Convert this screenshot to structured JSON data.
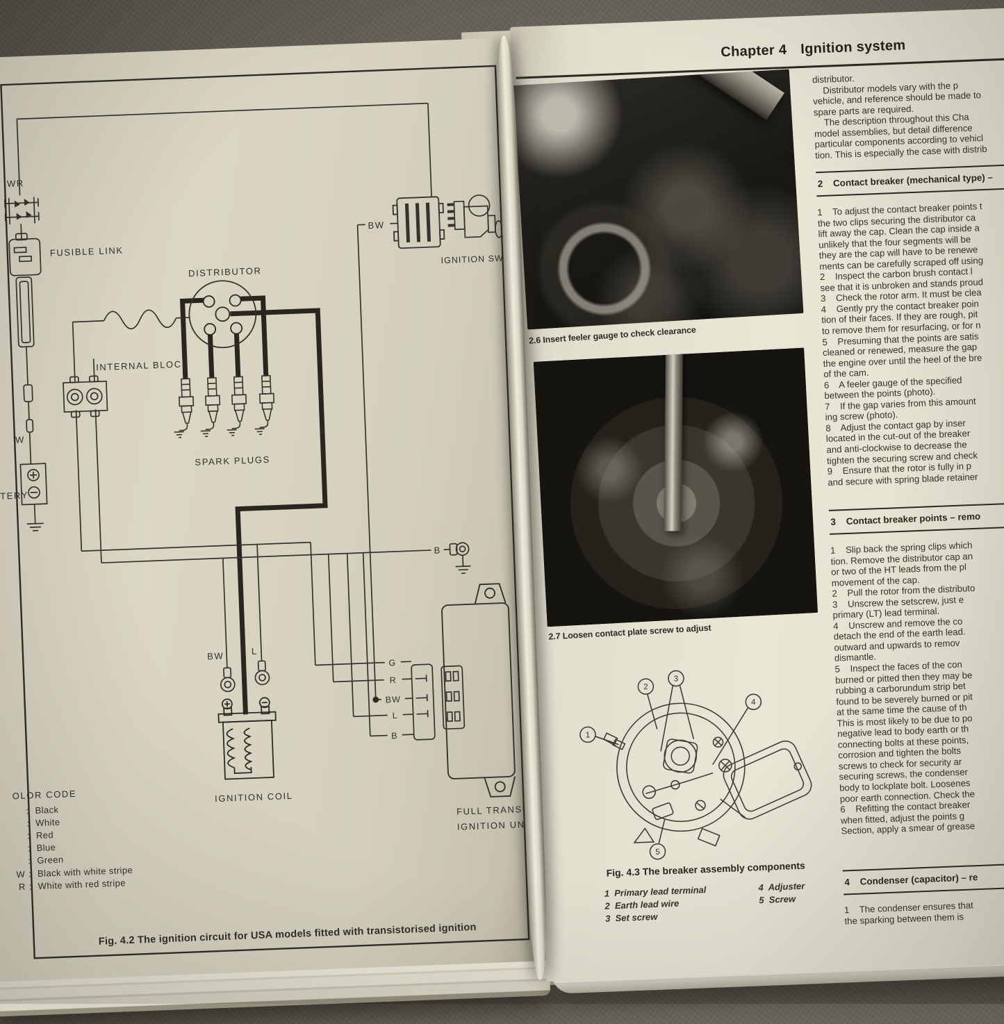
{
  "left_page": {
    "figure_caption": "Fig. 4.2 The ignition circuit for USA models fitted with transistorised ignition",
    "labels": {
      "wr": "WR",
      "fusible_link": "FUSIBLE LINK",
      "distributor": "DISTRIBUTOR",
      "internal_block": "INTERNAL BLOCK",
      "spark_plugs": "SPARK PLUGS",
      "battery_partial": "TERY",
      "w": "W",
      "bw_switch": "BW",
      "ignition_switch": "IGNITION SWITCH",
      "b_ground": "B",
      "bw_coil": "BW",
      "l_coil": "L",
      "ignition_coil": "IGNITION COIL",
      "unit_line1": "FULL TRANSISTOR",
      "unit_line2": "IGNITION UNIT"
    },
    "pins": [
      "G",
      "R",
      "BW",
      "L",
      "B"
    ],
    "color_code": {
      "title_partial": "OLOR CODE",
      "separator": ":",
      "codes": [
        "",
        "",
        "",
        "",
        "",
        "W",
        "R"
      ],
      "names": [
        "Black",
        "White",
        "Red",
        "Blue",
        "Green",
        "Black with white stripe",
        "White with red stripe"
      ]
    }
  },
  "right_page": {
    "chapter_header": "Chapter 4",
    "chapter_title": "Ignition system",
    "photo1_caption": "2.6 Insert feeler gauge to check clearance",
    "photo2_caption": "2.7 Loosen contact plate screw to adjust",
    "fig43": {
      "caption": "Fig. 4.3 The breaker assembly components",
      "callouts": [
        "1",
        "2",
        "3",
        "4",
        "5"
      ],
      "parts_left": [
        "1  Primary lead terminal",
        "2  Earth lead wire",
        "3  Set screw"
      ],
      "parts_right": [
        "4  Adjuster",
        "5  Screw"
      ]
    },
    "column": {
      "intro_lines": [
        "distributor.",
        "    Distributor models vary with the p",
        "vehicle, and reference should be made to",
        "spare parts are required.",
        "    The description throughout this Cha",
        "model assemblies, but detail difference",
        "particular components according to vehicl",
        "tion. This is especially the case with distrib"
      ],
      "s2_heading": "2    Contact breaker (mechanical type) –",
      "s2_lines": [
        "1    To adjust the contact breaker points t",
        "the two clips securing the distributor ca",
        "lift away the cap. Clean the cap inside a",
        "unlikely that the four segments will be",
        "they are the cap will have to be renewe",
        "ments can be carefully scraped off using",
        "2    Inspect the carbon brush contact l",
        "see that it is unbroken and stands proud",
        "3    Check the rotor arm. It must be clea",
        "4    Gently pry the contact breaker poin",
        "tion of their faces. If they are rough, pit",
        "to remove them for resurfacing, or for n",
        "5    Presuming that the points are satis",
        "cleaned or renewed, measure the gap",
        "the engine over until the heel of the bre",
        "of the cam.",
        "6    A feeler gauge of the specified",
        "between the points (photo).",
        "7    If the gap varies from this amount",
        "ing screw (photo).",
        "8    Adjust the contact gap by inser",
        "located in the cut-out of the breaker",
        "and anti-clockwise to decrease the",
        "tighten the securing screw and check",
        "9    Ensure that the rotor is fully in p",
        "and secure with spring blade retainer"
      ],
      "s3_heading": "3    Contact breaker points – remo",
      "s3_lines": [
        "1    Slip back the spring clips which",
        "tion. Remove the distributor cap an",
        "or two of the HT leads from the pl",
        "movement of the cap.",
        "2    Pull the rotor from the distributo",
        "3    Unscrew the setscrew, just e",
        "primary (LT) lead terminal.",
        "4    Unscrew and remove the co",
        "detach the end of the earth lead.",
        "outward and upwards to remov",
        "dismantle.",
        "5    Inspect the faces of the con",
        "burned or pitted then they may be",
        "rubbing a carborundum strip bet",
        "found to be severely burned or pit",
        "at the same time the cause of th",
        "This is most likely to be due to po",
        "negative lead to body earth or th",
        "connecting bolts at these points,",
        "corrosion and tighten the bolts",
        "screws to check for security ar",
        "securing screws, the condenser",
        "body to lockplate bolt. Loosenes",
        "poor earth connection. Check the",
        "6    Refitting the contact breaker",
        "when fitted, adjust the points g",
        "Section, apply a smear of grease"
      ],
      "s4_heading": "4    Condenser (capacitor) – re",
      "s4_lines": [
        "1    The condenser ensures that",
        "the sparking between them is"
      ]
    }
  }
}
